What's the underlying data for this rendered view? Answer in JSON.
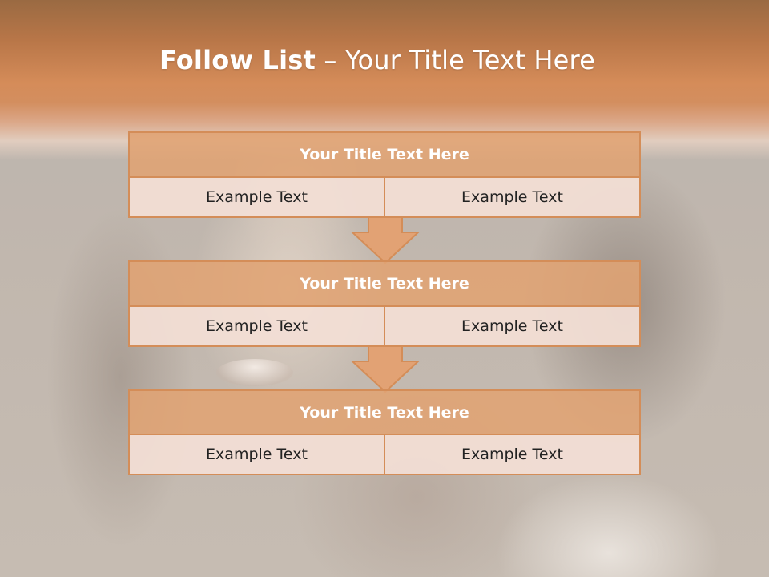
{
  "slide": {
    "title_bold": "Follow List",
    "title_rest": " – Your Title Text Here",
    "accent_color": "#d48d58",
    "blocks": [
      {
        "header": "Your Title Text Here",
        "left": "Example Text",
        "right": "Example Text"
      },
      {
        "header": "Your Title Text Here",
        "left": "Example Text",
        "right": "Example Text"
      },
      {
        "header": "Your Title Text Here",
        "left": "Example Text",
        "right": "Example Text"
      }
    ],
    "arrows": [
      "down-arrow-icon",
      "down-arrow-icon"
    ]
  }
}
